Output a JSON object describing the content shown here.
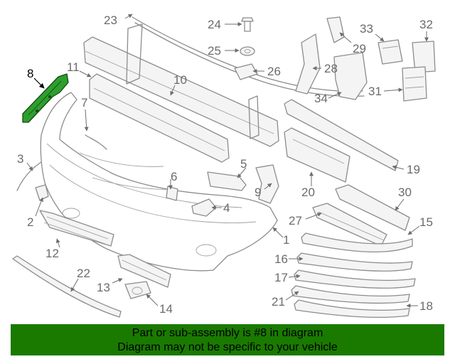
{
  "diagram": {
    "highlighted_part": "8",
    "callouts": [
      "1",
      "2",
      "3",
      "4",
      "5",
      "6",
      "7",
      "8",
      "9",
      "10",
      "11",
      "12",
      "13",
      "14",
      "15",
      "16",
      "17",
      "18",
      "19",
      "20",
      "21",
      "22",
      "23",
      "24",
      "25",
      "26",
      "27",
      "28",
      "29",
      "30",
      "31",
      "32",
      "33",
      "34"
    ]
  },
  "banner": {
    "line1": "Part or sub-assembly is #8 in diagram",
    "line2": "Diagram may not be specific to your vehicle"
  },
  "colors": {
    "banner_bg": "#1a7a00",
    "highlight": "#2e9e2e",
    "line_art": "#8c8c8c"
  }
}
